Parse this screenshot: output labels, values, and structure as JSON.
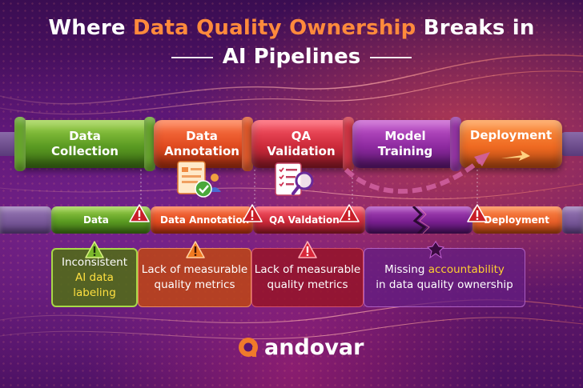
{
  "title": {
    "prefix": "Where ",
    "highlight": "Data Quality Ownership",
    "suffix": " Breaks in",
    "line2": "AI Pipelines"
  },
  "pipeline_stages": [
    {
      "line1": "Data",
      "line2": "Collection"
    },
    {
      "line1": "Data",
      "line2": "Annotation"
    },
    {
      "line1": "QA",
      "line2": "Validation"
    },
    {
      "line1": "Model",
      "line2": "Training"
    },
    {
      "line1": "Deployment",
      "line2": ""
    }
  ],
  "lower_pipe_labels": {
    "data": "Data",
    "annotation": "Data Annotation",
    "qa": "QA Valdation",
    "deployment": "Deployment"
  },
  "issues": [
    {
      "line1": "Inconsistent",
      "line2": "AI data labeling"
    },
    {
      "line1": "Lack of measurable",
      "line2": "quality metrics"
    },
    {
      "line1": "Lack of measurable",
      "line2": "quality metrics"
    },
    {
      "line1_prefix": "Missing ",
      "line1_highlight": "accountability",
      "line2": "in data quality ownership"
    }
  ],
  "brand": {
    "name": "andovar"
  },
  "colors": {
    "accent_orange": "#ff8a3c",
    "highlight_yellow": "#ffd030",
    "green": "#5a9a22",
    "red": "#cc2a3a",
    "purple": "#8e2aa0"
  },
  "icons": [
    "document-check-icon",
    "qa-magnifier-icon",
    "warning-icon",
    "andovar-logo-icon"
  ]
}
